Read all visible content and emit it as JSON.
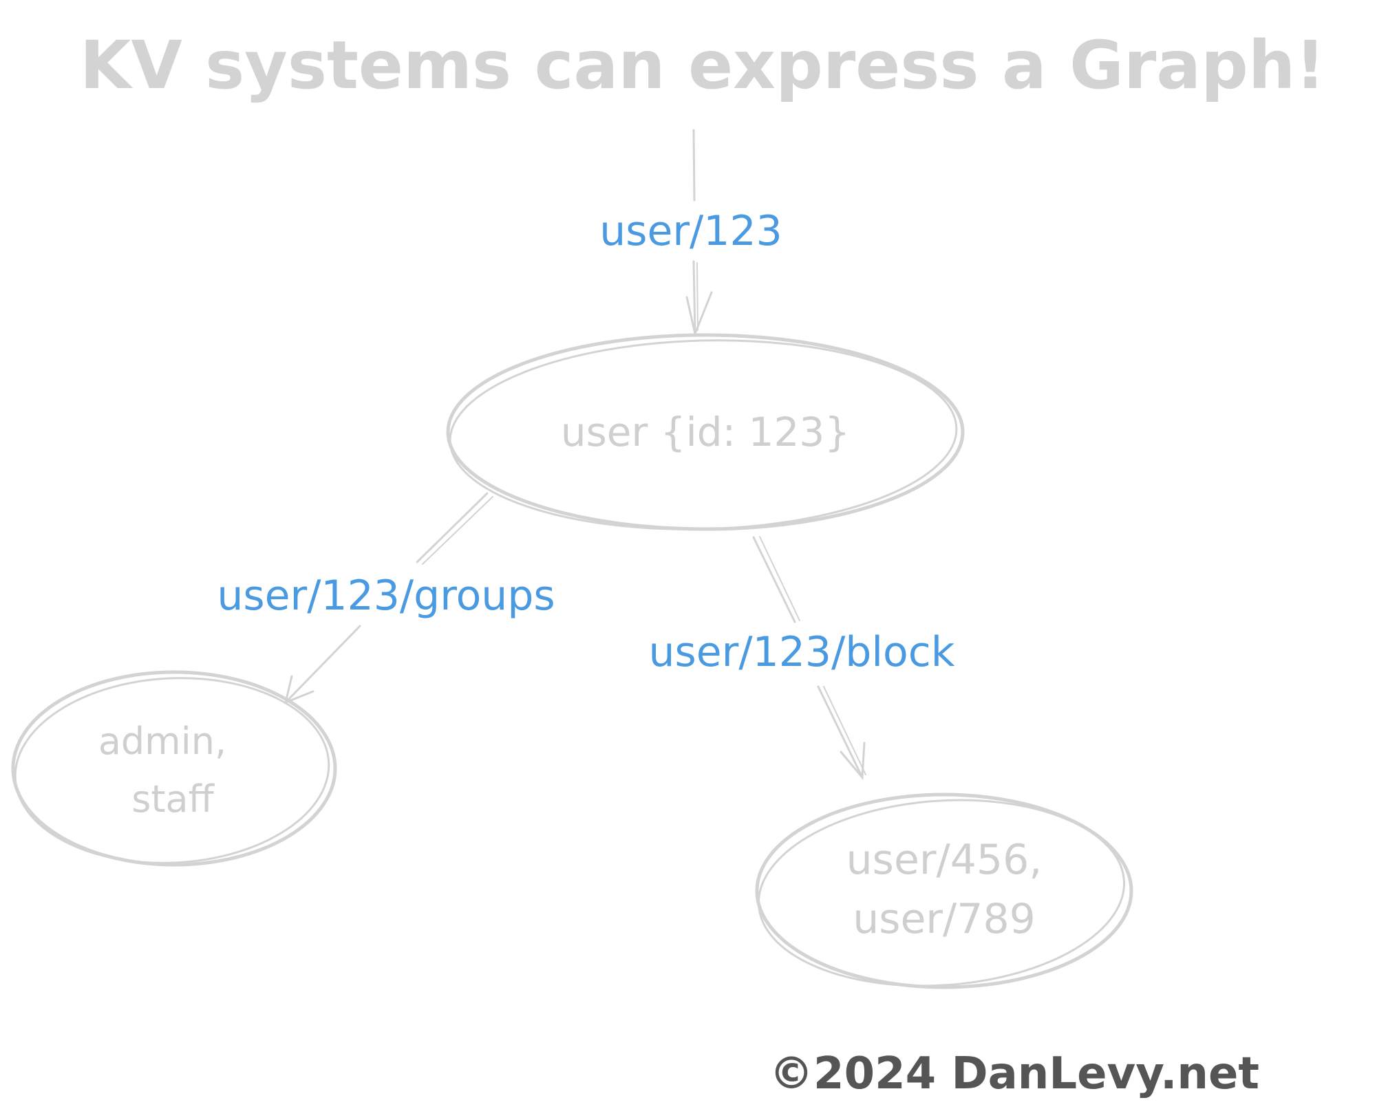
{
  "title": "KV systems can express a Graph!",
  "nodes": {
    "user": {
      "label": "user {id: 123}"
    },
    "groups": {
      "lines": [
        "admin,",
        "staff"
      ]
    },
    "block": {
      "lines": [
        "user/456,",
        "user/789"
      ]
    }
  },
  "edges": {
    "entry": {
      "label": "user/123"
    },
    "groups": {
      "label": "user/123/groups"
    },
    "block": {
      "label": "user/123/block"
    }
  },
  "footer": {
    "copyright": "©2024 DanLevy.net"
  },
  "colors": {
    "stroke": "#d3d3d3",
    "edge_label": "#4a9ae1",
    "node_text": "#cfcfcf",
    "footer": "#555555"
  }
}
